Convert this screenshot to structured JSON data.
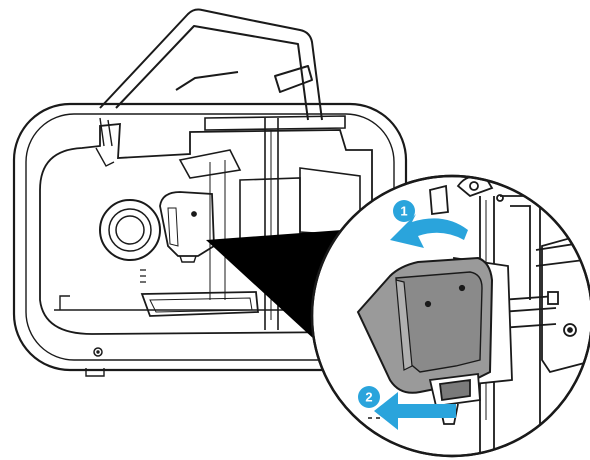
{
  "diagram": {
    "steps": [
      {
        "number": "1",
        "action": "rotate-counterclockwise"
      },
      {
        "number": "2",
        "action": "slide-left"
      }
    ],
    "colors": {
      "line": "#1a1a1a",
      "arrow": "#2aa4dc",
      "badge": "#2aa4dc",
      "badge_text": "#ffffff",
      "part_fill": "#9a9a9a",
      "callout": "#000000",
      "background": "#ffffff"
    }
  }
}
